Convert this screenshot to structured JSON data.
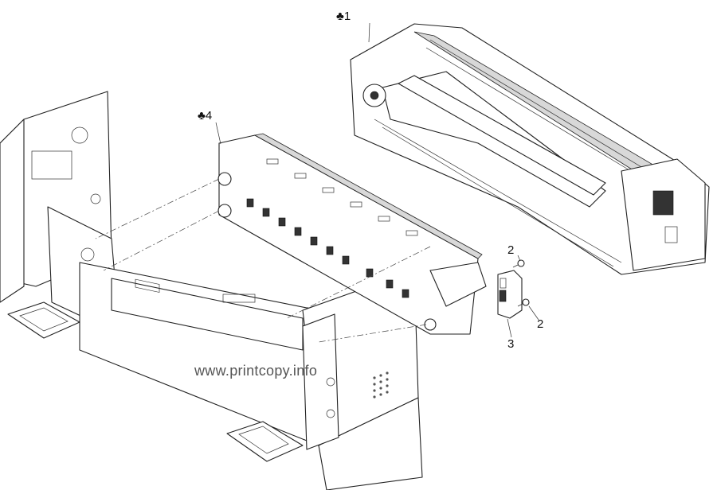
{
  "callouts": [
    {
      "id": "1",
      "marker": "♣",
      "text": "1"
    },
    {
      "id": "4",
      "marker": "♣",
      "text": "4"
    },
    {
      "id": "2a",
      "text": "2"
    },
    {
      "id": "2b",
      "text": "2"
    },
    {
      "id": "3",
      "text": "3"
    }
  ],
  "watermark": "www.printcopy.info"
}
